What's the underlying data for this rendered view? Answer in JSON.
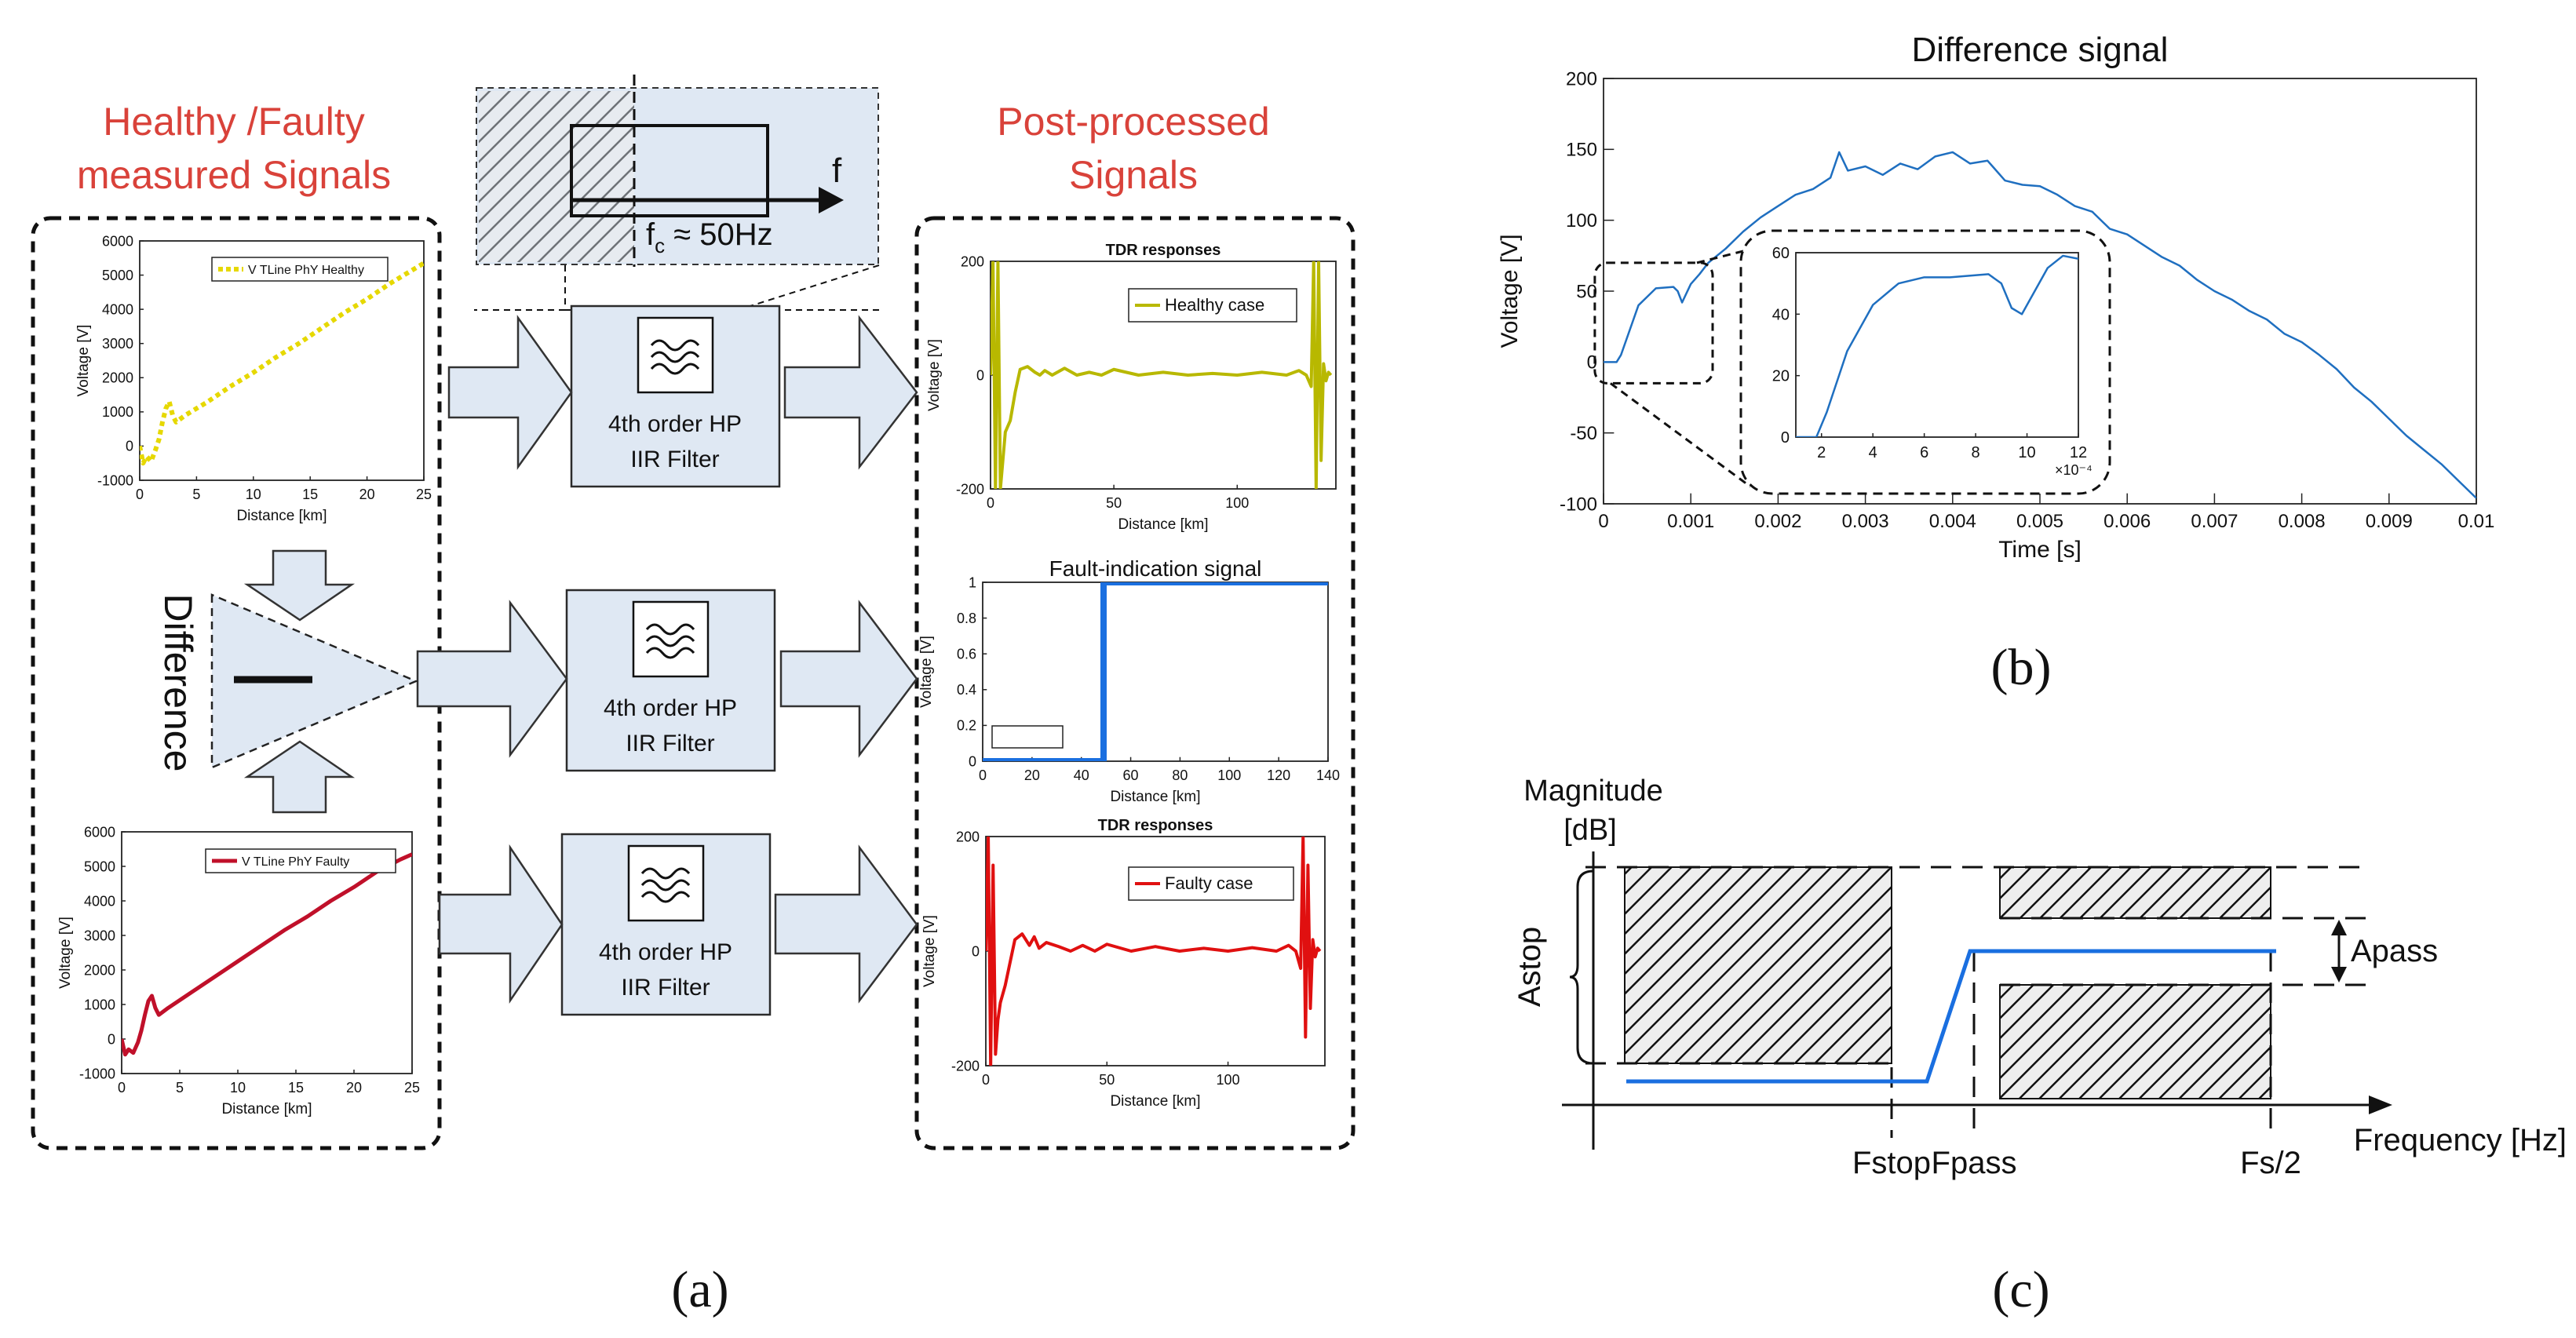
{
  "panel_a": {
    "left_title_1": "Healthy /Faulty",
    "left_title_2": "measured Signals",
    "right_title_1": "Post-processed",
    "right_title_2": "Signals",
    "filter_label_1": "4th order HP",
    "filter_label_2": "IIR Filter",
    "difference_label": "Difference",
    "inset_f": "f",
    "inset_fc": "f",
    "inset_fc_sub": "c",
    "inset_fc_val": " ≈ 50Hz",
    "caption": "(a)"
  },
  "panel_b": {
    "caption": "(b)"
  },
  "panel_c": {
    "ylabel_1": "Magnitude",
    "ylabel_2": "[dB]",
    "xlabel": "Frequency [Hz]",
    "astop": "Astop",
    "apass": "Apass",
    "fstop": "Fstop",
    "fpass": "Fpass",
    "fs2": "Fs/2",
    "caption": "(c)"
  },
  "chart_data": [
    {
      "id": "healthy_measured",
      "type": "line",
      "xlabel": "Distance [km]",
      "ylabel": "Voltage [V]",
      "xlim": [
        0,
        25
      ],
      "ylim": [
        -1000,
        6000
      ],
      "xticks": [
        0,
        5,
        10,
        15,
        20,
        25
      ],
      "yticks": [
        -1000,
        0,
        1000,
        2000,
        3000,
        4000,
        5000,
        6000
      ],
      "legend": "V TLine PhY Healthy",
      "color": "#e6d800",
      "series": [
        {
          "name": "V TLine PhY Healthy",
          "x": [
            0,
            0.3,
            0.6,
            1.0,
            1.4,
            1.7,
            2.0,
            2.3,
            2.6,
            2.9,
            3.2,
            4,
            6,
            8,
            10,
            12,
            14,
            16,
            18,
            20,
            22,
            24,
            25
          ],
          "y": [
            0,
            -500,
            -300,
            -450,
            -100,
            200,
            700,
            1100,
            1300,
            900,
            700,
            900,
            1300,
            1750,
            2150,
            2600,
            3000,
            3450,
            3900,
            4300,
            4750,
            5150,
            5350
          ]
        }
      ]
    },
    {
      "id": "faulty_measured",
      "type": "line",
      "xlabel": "Distance [km]",
      "ylabel": "Voltage [V]",
      "xlim": [
        0,
        25
      ],
      "ylim": [
        -1000,
        6000
      ],
      "xticks": [
        0,
        5,
        10,
        15,
        20,
        25
      ],
      "yticks": [
        -1000,
        0,
        1000,
        2000,
        3000,
        4000,
        5000,
        6000
      ],
      "legend": "V TLine PhY Faulty",
      "color": "#c0102a",
      "series": [
        {
          "name": "V TLine PhY Faulty",
          "x": [
            0,
            0.3,
            0.6,
            1.0,
            1.4,
            1.7,
            2.0,
            2.3,
            2.6,
            2.9,
            3.2,
            4,
            6,
            8,
            10,
            12,
            14,
            16,
            18,
            20,
            22,
            24,
            25
          ],
          "y": [
            0,
            -450,
            -300,
            -400,
            -100,
            250,
            700,
            1100,
            1250,
            900,
            700,
            900,
            1350,
            1800,
            2250,
            2700,
            3150,
            3550,
            4000,
            4400,
            4850,
            5200,
            5350
          ]
        }
      ]
    },
    {
      "id": "tdr_healthy",
      "type": "line",
      "title": "TDR responses",
      "xlabel": "Distance [km]",
      "ylabel": "Voltage [V]",
      "xlim": [
        0,
        140
      ],
      "ylim": [
        -200,
        200
      ],
      "xticks": [
        0,
        50,
        100
      ],
      "yticks": [
        -200,
        0,
        200
      ],
      "legend": "Healthy case",
      "color": "#b8b800",
      "series": [
        {
          "name": "Healthy case",
          "x": [
            0,
            1,
            2,
            3,
            4,
            5,
            6,
            8,
            10,
            12,
            15,
            18,
            20,
            22,
            25,
            30,
            35,
            40,
            45,
            50,
            60,
            70,
            80,
            90,
            100,
            110,
            120,
            125,
            128,
            130,
            131,
            132,
            133,
            134,
            135,
            136,
            137,
            138
          ],
          "y": [
            0,
            200,
            -200,
            200,
            -200,
            -150,
            -100,
            -80,
            -30,
            10,
            15,
            5,
            0,
            8,
            0,
            12,
            0,
            5,
            0,
            10,
            0,
            5,
            0,
            3,
            0,
            5,
            0,
            8,
            0,
            -20,
            200,
            -200,
            200,
            -150,
            20,
            -10,
            5,
            0
          ]
        }
      ]
    },
    {
      "id": "fault_indication",
      "type": "line",
      "title": "Fault-indication signal",
      "xlabel": "Distance [km]",
      "ylabel": "Voltage [V]",
      "xlim": [
        0,
        140
      ],
      "ylim": [
        0,
        1
      ],
      "xticks": [
        0,
        20,
        40,
        60,
        80,
        100,
        120,
        140
      ],
      "yticks": [
        0,
        0.2,
        0.4,
        0.6,
        0.8,
        1
      ],
      "color": "#1a6fe0",
      "series": [
        {
          "name": "",
          "x": [
            0,
            49,
            49,
            140
          ],
          "y": [
            0,
            0,
            1,
            1
          ]
        }
      ]
    },
    {
      "id": "tdr_faulty",
      "type": "line",
      "title": "TDR responses",
      "xlabel": "Distance [km]",
      "ylabel": "Voltage [V]",
      "xlim": [
        0,
        140
      ],
      "ylim": [
        -200,
        200
      ],
      "xticks": [
        0,
        50,
        100
      ],
      "yticks": [
        -200,
        0,
        200
      ],
      "legend": "Faulty case",
      "color": "#e01010",
      "series": [
        {
          "name": "Faulty case",
          "x": [
            0,
            1,
            2,
            3,
            4,
            5,
            6,
            8,
            10,
            12,
            15,
            18,
            20,
            22,
            25,
            30,
            35,
            40,
            45,
            50,
            60,
            70,
            80,
            90,
            100,
            110,
            120,
            125,
            128,
            130,
            131,
            132,
            133,
            134,
            135,
            136,
            137,
            138
          ],
          "y": [
            0,
            200,
            -200,
            150,
            -180,
            -120,
            -90,
            -60,
            -20,
            20,
            30,
            10,
            25,
            5,
            15,
            8,
            0,
            10,
            0,
            12,
            0,
            8,
            0,
            5,
            0,
            6,
            0,
            10,
            0,
            -30,
            200,
            -150,
            150,
            -100,
            20,
            -10,
            5,
            0
          ]
        }
      ]
    },
    {
      "id": "difference_signal",
      "type": "line",
      "title": "Difference signal",
      "xlabel": "Time [s]",
      "ylabel": "Voltage [V]",
      "xlim": [
        0,
        0.01
      ],
      "ylim": [
        -100,
        200
      ],
      "xticks": [
        0,
        0.001,
        0.002,
        0.003,
        0.004,
        0.005,
        0.006,
        0.007,
        0.008,
        0.009,
        0.01
      ],
      "yticks": [
        -100,
        -50,
        0,
        50,
        100,
        150,
        200
      ],
      "color": "#1f6fc0",
      "series": [
        {
          "name": "",
          "x": [
            0,
            0.00015,
            0.0002,
            0.0004,
            0.0006,
            0.0008,
            0.00085,
            0.0009,
            0.001,
            0.0011,
            0.0012,
            0.0014,
            0.0016,
            0.0018,
            0.002,
            0.0022,
            0.0024,
            0.0026,
            0.0027,
            0.0028,
            0.003,
            0.0032,
            0.0034,
            0.0036,
            0.0038,
            0.004,
            0.0042,
            0.0044,
            0.0046,
            0.0048,
            0.005,
            0.0052,
            0.0054,
            0.0056,
            0.0058,
            0.006,
            0.0062,
            0.0064,
            0.0066,
            0.0068,
            0.007,
            0.0072,
            0.0074,
            0.0076,
            0.0078,
            0.008,
            0.0082,
            0.0084,
            0.0086,
            0.0088,
            0.009,
            0.0092,
            0.0094,
            0.0096,
            0.0098,
            0.01
          ],
          "y": [
            0,
            0,
            5,
            40,
            52,
            53,
            50,
            42,
            55,
            62,
            70,
            80,
            92,
            102,
            110,
            118,
            122,
            130,
            148,
            135,
            138,
            132,
            140,
            136,
            145,
            148,
            140,
            142,
            128,
            125,
            124,
            118,
            110,
            106,
            94,
            90,
            82,
            74,
            68,
            58,
            50,
            44,
            36,
            30,
            20,
            14,
            5,
            -5,
            -18,
            -28,
            -40,
            -52,
            -62,
            -72,
            -84,
            -96
          ]
        }
      ]
    },
    {
      "id": "difference_zoom",
      "type": "line",
      "xlim": [
        1,
        12
      ],
      "ylim": [
        0,
        60
      ],
      "xticks": [
        2,
        4,
        6,
        8,
        10,
        12
      ],
      "yticks": [
        0,
        20,
        40,
        60
      ],
      "x_multiplier": "×10⁻⁴",
      "color": "#1f6fc0",
      "series": [
        {
          "name": "",
          "x": [
            1,
            1.5,
            1.8,
            2.2,
            3,
            4,
            5,
            6,
            7,
            8.5,
            9.0,
            9.4,
            9.8,
            10.2,
            10.8,
            11.4,
            12
          ],
          "y": [
            0,
            0,
            0,
            8,
            28,
            43,
            50,
            52,
            52,
            53,
            50,
            42,
            40,
            46,
            55,
            59,
            58
          ]
        }
      ]
    }
  ]
}
